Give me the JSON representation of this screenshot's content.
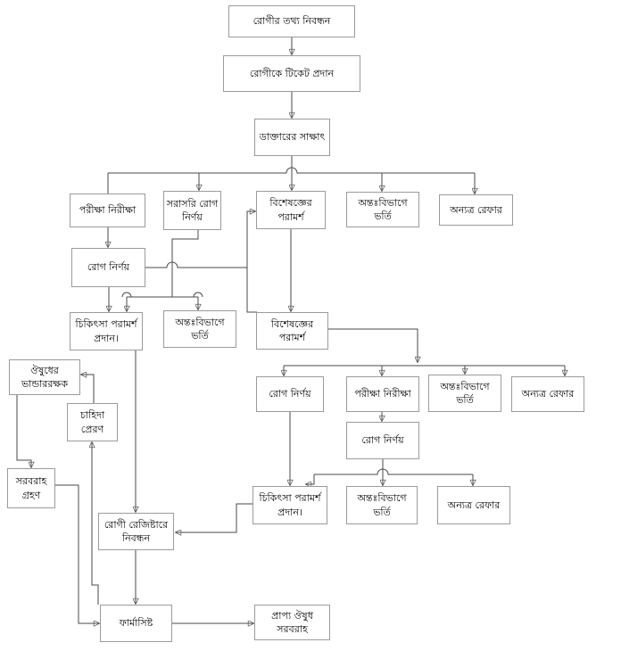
{
  "diagram": {
    "nodes": [
      {
        "id": "patient-info-registration",
        "label": "রোগীর তথ্য নিবন্ধন"
      },
      {
        "id": "patient-ticket-issue",
        "label": "রোগীকে টিকেট প্রদান"
      },
      {
        "id": "doctor-visit",
        "label": "ডাক্তারের সাক্ষাৎ"
      },
      {
        "id": "tests-investigation-1",
        "label": "পরীক্ষা নিরীক্ষা"
      },
      {
        "id": "direct-diagnosis",
        "label": "সরাসরি রোগ নির্ণয়"
      },
      {
        "id": "specialist-consultation-1",
        "label": "বিশেষজ্ঞের পরামর্শ"
      },
      {
        "id": "inpatient-admission-1",
        "label": "অন্তঃবিভাগে ভর্তি"
      },
      {
        "id": "refer-elsewhere-1",
        "label": "অন্যত্র রেফার"
      },
      {
        "id": "diagnosis-1",
        "label": "রোগ নির্ণয়"
      },
      {
        "id": "treatment-advice-1",
        "label": "চিকিৎসা পরামর্শ প্রদান।"
      },
      {
        "id": "inpatient-admission-2",
        "label": "অন্তঃবিভাগে ভর্তি"
      },
      {
        "id": "specialist-consultation-2",
        "label": "বিশেষজ্ঞের পরামর্শ"
      },
      {
        "id": "diagnosis-2",
        "label": "রোগ নির্ণয়"
      },
      {
        "id": "tests-investigation-2",
        "label": "পরীক্ষা নিরীক্ষা"
      },
      {
        "id": "inpatient-admission-3",
        "label": "অন্তঃবিভাগে ভর্তি"
      },
      {
        "id": "refer-elsewhere-2",
        "label": "অন্যত্র রেফার"
      },
      {
        "id": "diagnosis-3",
        "label": "রোগ নির্ণয়"
      },
      {
        "id": "treatment-advice-2",
        "label": "চিকিৎসা পরামর্শ প্রদান।"
      },
      {
        "id": "inpatient-admission-4",
        "label": "অন্তঃবিভাগে ভর্তি"
      },
      {
        "id": "refer-elsewhere-3",
        "label": "অন্যত্র রেফার"
      },
      {
        "id": "medicine-storekeeper",
        "label": "ঔষুধের ভান্ডাররক্ষক"
      },
      {
        "id": "patient-register-entry",
        "label": "রোগী রেজিষ্টারে নিবন্ধন"
      },
      {
        "id": "demand-send",
        "label": "চাহিদা প্রেরণ"
      },
      {
        "id": "pharmacist",
        "label": "ফার্মাসিষ্ট"
      },
      {
        "id": "supply-receive",
        "label": "সরবরাহ গ্রহণ"
      },
      {
        "id": "due-medicine-supply",
        "label": "প্রাপ্য ঔষুধ সরবরাহ"
      }
    ]
  },
  "colors": {
    "background": "#ffffff",
    "line": "#4a4a4a",
    "arrow": "#1a1a1a",
    "box_border": "#9b9b9b",
    "text": "#000000"
  }
}
